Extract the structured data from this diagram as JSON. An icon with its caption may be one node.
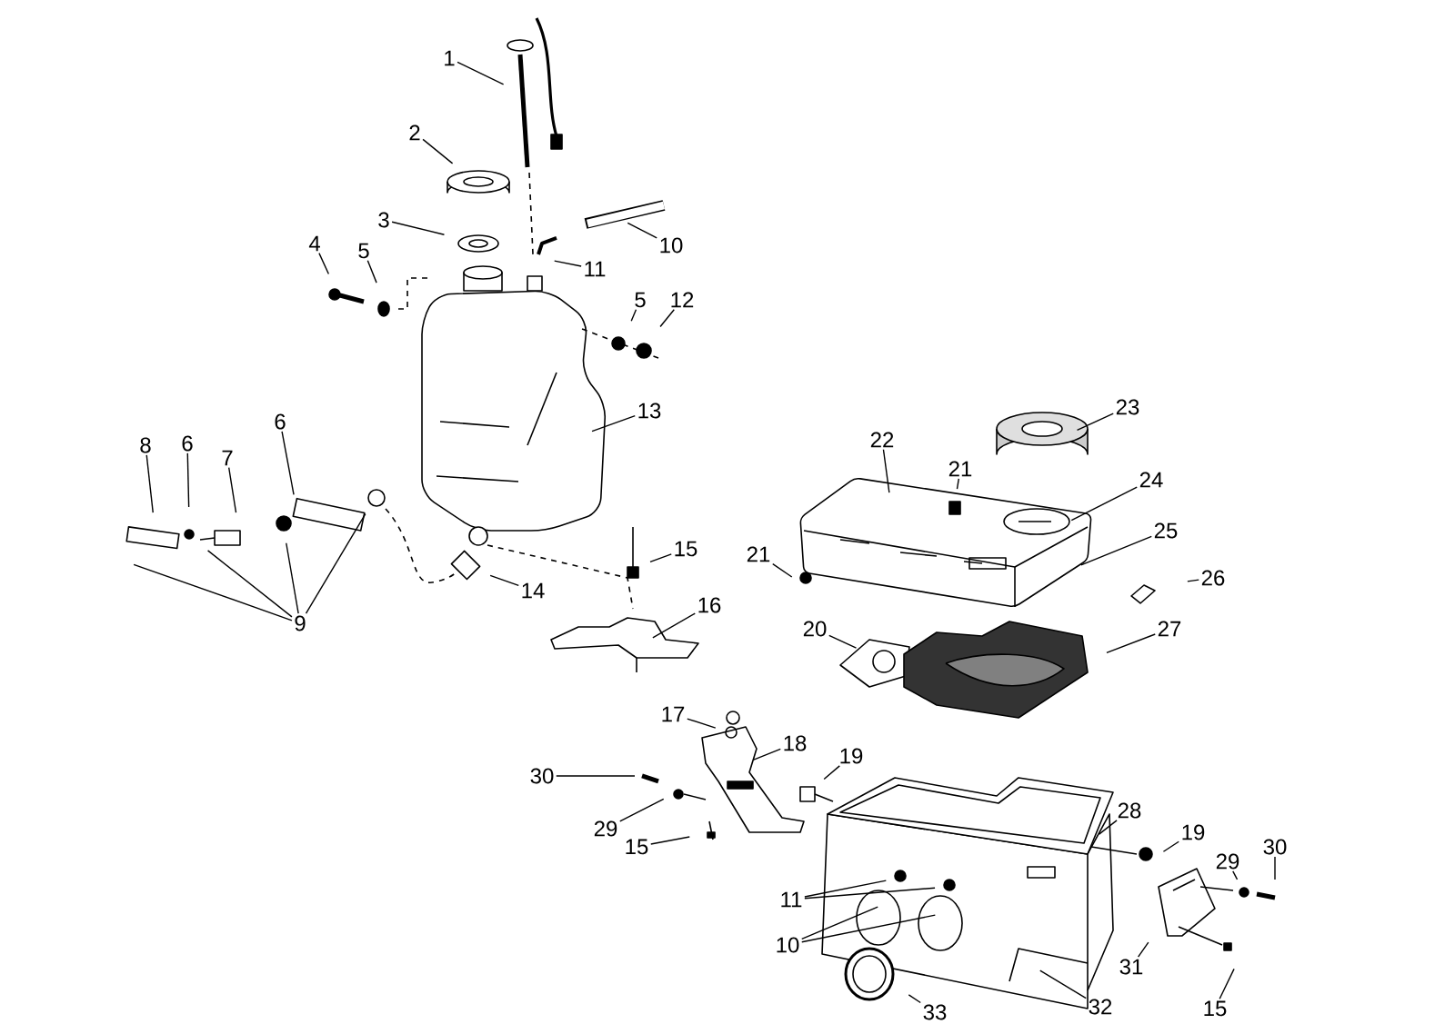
{
  "diagram": {
    "nodes": [
      {
        "text": [
          "1"
        ]
      },
      {
        "text": [
          "2"
        ]
      },
      {
        "text": [
          "3"
        ]
      },
      {
        "text": [
          "4"
        ]
      },
      {
        "text": [
          "5"
        ]
      },
      {
        "text": [
          "10"
        ]
      },
      {
        "text": [
          "11"
        ]
      },
      {
        "text": [
          "5"
        ]
      },
      {
        "text": [
          "12"
        ]
      },
      {
        "text": [
          "13"
        ]
      },
      {
        "text": [
          "23"
        ]
      },
      {
        "text": [
          "8"
        ]
      },
      {
        "text": [
          "6"
        ]
      },
      {
        "text": [
          "6"
        ]
      },
      {
        "text": [
          "7"
        ]
      },
      {
        "text": [
          "22"
        ]
      },
      {
        "text": [
          "21"
        ]
      },
      {
        "text": [
          "24"
        ]
      },
      {
        "text": [
          "25"
        ]
      },
      {
        "text": [
          "15"
        ]
      },
      {
        "text": [
          "21"
        ]
      },
      {
        "text": [
          "9"
        ]
      },
      {
        "text": [
          "14"
        ]
      },
      {
        "text": [
          "16"
        ]
      },
      {
        "text": [
          "26"
        ]
      },
      {
        "text": [
          "20"
        ]
      },
      {
        "text": [
          "27"
        ]
      },
      {
        "text": [
          "17"
        ]
      },
      {
        "text": [
          "18"
        ]
      },
      {
        "text": [
          "19"
        ]
      },
      {
        "text": [
          "30"
        ]
      },
      {
        "text": [
          "29"
        ]
      },
      {
        "text": [
          "28"
        ]
      },
      {
        "text": [
          "15"
        ]
      },
      {
        "text": [
          "19"
        ]
      },
      {
        "text": [
          "29"
        ]
      },
      {
        "text": [
          "30"
        ]
      },
      {
        "text": [
          "11"
        ]
      },
      {
        "text": [
          "10"
        ]
      },
      {
        "text": [
          "31"
        ]
      },
      {
        "text": [
          "33"
        ]
      },
      {
        "text": [
          "32"
        ]
      },
      {
        "text": [
          "15"
        ]
      }
    ],
    "edges": [
      {
        "from": 0,
        "to": null,
        "arrow": "none"
      },
      {
        "from": 1,
        "to": null,
        "arrow": "none"
      },
      {
        "from": 2,
        "to": null,
        "arrow": "none"
      },
      {
        "from": 3,
        "to": null,
        "arrow": "none"
      },
      {
        "from": 4,
        "to": null,
        "arrow": "none"
      },
      {
        "from": 5,
        "to": null,
        "arrow": "none"
      },
      {
        "from": 6,
        "to": null,
        "arrow": "none"
      },
      {
        "from": 7,
        "to": null,
        "arrow": "none"
      },
      {
        "from": 8,
        "to": null,
        "arrow": "none"
      },
      {
        "from": 9,
        "to": null,
        "arrow": "none"
      },
      {
        "from": 10,
        "to": null,
        "arrow": "none"
      },
      {
        "from": 11,
        "to": null,
        "arrow": "none"
      },
      {
        "from": 12,
        "to": null,
        "arrow": "none"
      },
      {
        "from": 13,
        "to": null,
        "arrow": "none"
      },
      {
        "from": 14,
        "to": null,
        "arrow": "none"
      },
      {
        "from": 15,
        "to": null,
        "arrow": "none"
      },
      {
        "from": 16,
        "to": null,
        "arrow": "none"
      },
      {
        "from": 17,
        "to": null,
        "arrow": "none"
      },
      {
        "from": 18,
        "to": null,
        "arrow": "none"
      },
      {
        "from": 19,
        "to": null,
        "arrow": "none"
      },
      {
        "from": 20,
        "to": null,
        "arrow": "none"
      },
      {
        "from": 21,
        "to": null,
        "arrow": "none"
      },
      {
        "from": 21,
        "to": null,
        "arrow": "none"
      },
      {
        "from": 21,
        "to": null,
        "arrow": "none"
      },
      {
        "from": 21,
        "to": null,
        "arrow": "none"
      },
      {
        "from": 22,
        "to": null,
        "arrow": "none"
      },
      {
        "from": 23,
        "to": null,
        "arrow": "none"
      },
      {
        "from": 24,
        "to": null,
        "arrow": "none"
      },
      {
        "from": 25,
        "to": null,
        "arrow": "none"
      },
      {
        "from": 26,
        "to": null,
        "arrow": "none"
      },
      {
        "from": 27,
        "to": null,
        "arrow": "none"
      },
      {
        "from": 28,
        "to": null,
        "arrow": "none"
      },
      {
        "from": 29,
        "to": null,
        "arrow": "none"
      },
      {
        "from": 30,
        "to": null,
        "arrow": "none"
      },
      {
        "from": 31,
        "to": null,
        "arrow": "none"
      },
      {
        "from": 32,
        "to": null,
        "arrow": "none"
      },
      {
        "from": 33,
        "to": null,
        "arrow": "none"
      },
      {
        "from": 34,
        "to": null,
        "arrow": "none"
      },
      {
        "from": 35,
        "to": null,
        "arrow": "none"
      },
      {
        "from": 36,
        "to": null,
        "arrow": "none"
      },
      {
        "from": 37,
        "to": null,
        "arrow": "none"
      },
      {
        "from": 37,
        "to": null,
        "arrow": "none"
      },
      {
        "from": 38,
        "to": null,
        "arrow": "none"
      },
      {
        "from": 38,
        "to": null,
        "arrow": "none"
      },
      {
        "from": 39,
        "to": null,
        "arrow": "none"
      },
      {
        "from": 40,
        "to": null,
        "arrow": "none"
      },
      {
        "from": 41,
        "to": null,
        "arrow": "none"
      },
      {
        "from": 42,
        "to": null,
        "arrow": "none"
      }
    ]
  }
}
